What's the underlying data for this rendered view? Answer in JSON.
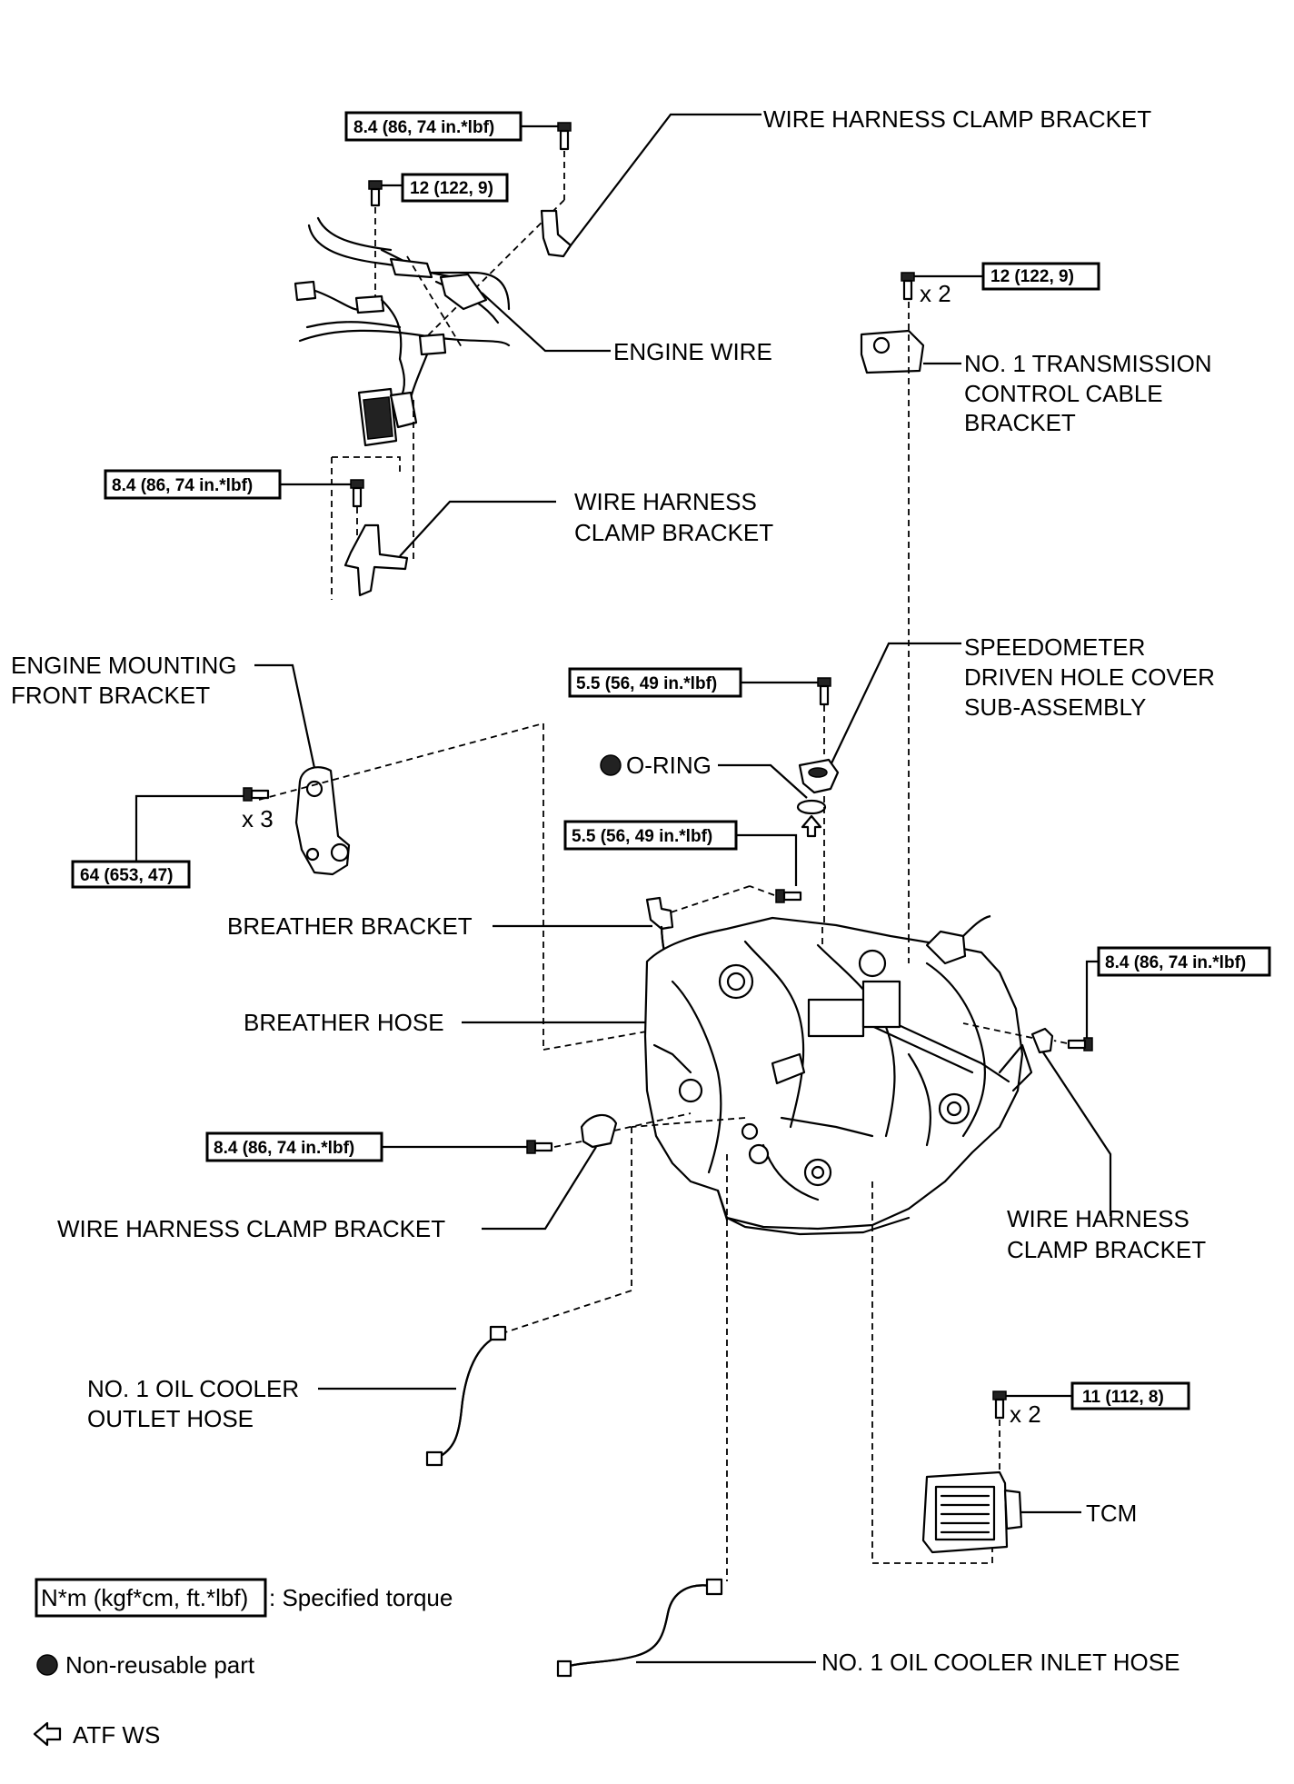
{
  "labels": {
    "wh_bracket_top": "WIRE HARNESS CLAMP BRACKET",
    "engine_wire": "ENGINE WIRE",
    "tcc_line1": "NO. 1 TRANSMISSION",
    "tcc_line2": "CONTROL CABLE",
    "tcc_line3": "BRACKET",
    "wh_bracket_mid_line1": "WIRE HARNESS",
    "wh_bracket_mid_line2": "CLAMP BRACKET",
    "speedo_line1": "SPEEDOMETER",
    "speedo_line2": "DRIVEN HOLE COVER",
    "speedo_line3": "SUB-ASSEMBLY",
    "emf_line1": "ENGINE MOUNTING",
    "emf_line2": "FRONT BRACKET",
    "o_ring": "O-RING",
    "breather_bracket": "BREATHER BRACKET",
    "breather_hose": "BREATHER HOSE",
    "wh_bracket_left": "WIRE HARNESS CLAMP BRACKET",
    "wh_bracket_right_line1": "WIRE HARNESS",
    "wh_bracket_right_line2": "CLAMP BRACKET",
    "outlet_line1": "NO. 1 OIL COOLER",
    "outlet_line2": "OUTLET HOSE",
    "tcm": "TCM",
    "inlet": "NO. 1 OIL COOLER INLET HOSE",
    "x3": "x 3",
    "x2_top": "x 2",
    "x2_tcm": "x 2"
  },
  "torques": {
    "t1": "8.4 (86, 74 in.*lbf)",
    "t2": "12 (122, 9)",
    "t3": "12 (122, 9)",
    "t4": "8.4 (86, 74 in.*lbf)",
    "t5": "5.5 (56, 49 in.*lbf)",
    "t6": "5.5 (56, 49 in.*lbf)",
    "t7": "64 (653, 47)",
    "t8": "8.4 (86, 74 in.*lbf)",
    "t9": "8.4 (86, 74 in.*lbf)",
    "t10": "11 (112, 8)"
  },
  "legend": {
    "torque_box": "N*m (kgf*cm, ft.*lbf)",
    "torque_text": ": Specified torque",
    "nonreusable": "Non-reusable part",
    "atf": "ATF WS"
  }
}
